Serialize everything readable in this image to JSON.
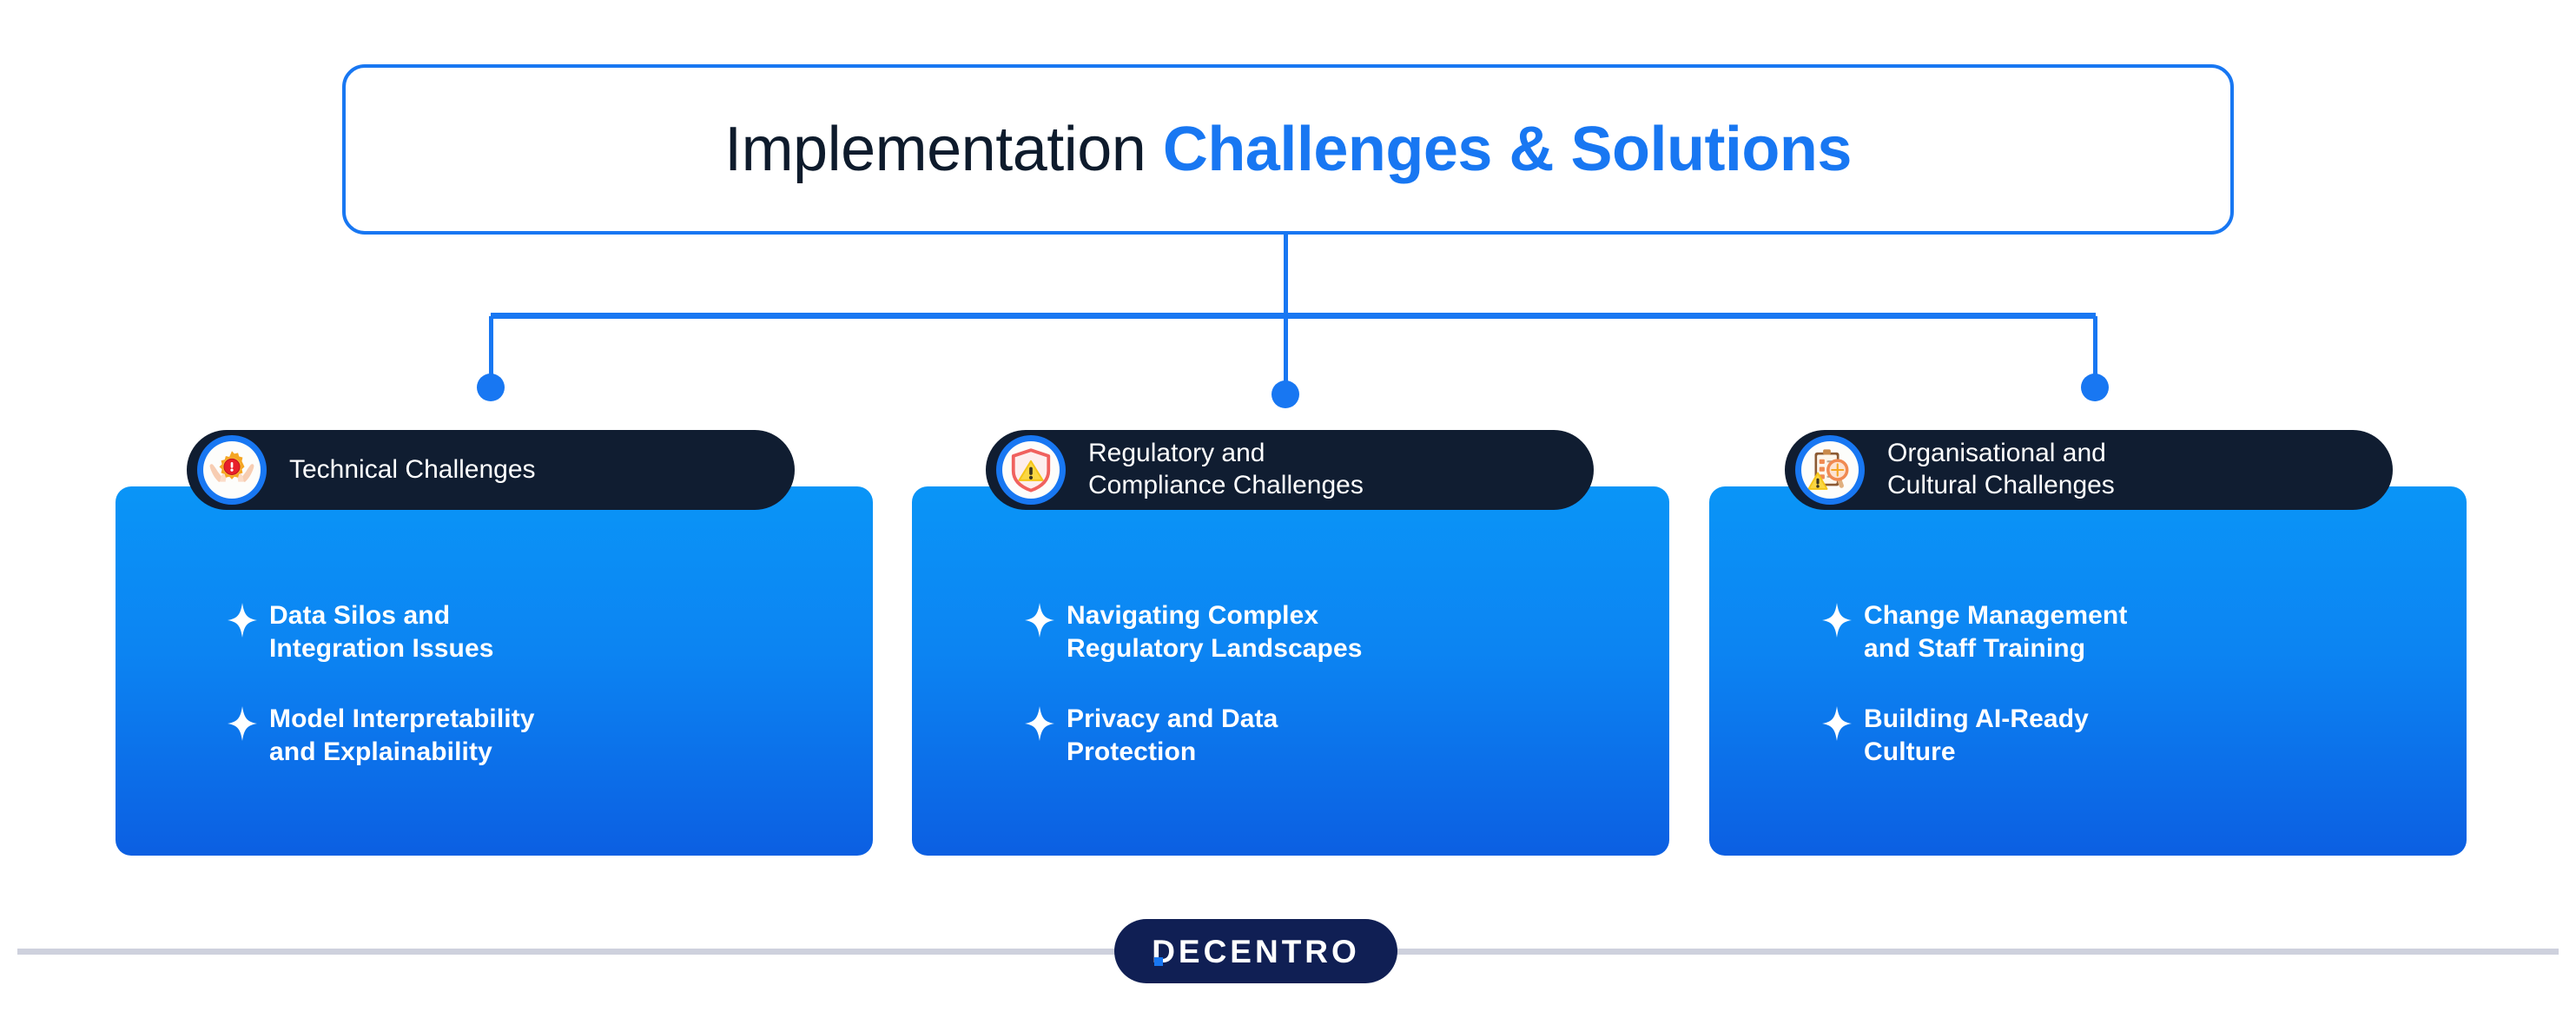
{
  "header": {
    "title_plain": "Implementation ",
    "title_accent": "Challenges & Solutions"
  },
  "colors": {
    "accent_blue": "#1877F2",
    "card_gradient_top": "#0A95F7",
    "card_gradient_bottom": "#0C5FE2",
    "pill_dark": "#101d31",
    "title_dark": "#0e1b2c",
    "divider_gray": "#ced1dd",
    "logo_navy": "#101f54"
  },
  "columns": [
    {
      "icon": "hands-holding-gear-alert-icon",
      "title": "Technical Challenges",
      "bullets": [
        "Data Silos and\nIntegration Issues",
        "Model Interpretability\nand Explainability"
      ]
    },
    {
      "icon": "shield-warning-icon",
      "title": "Regulatory and\nCompliance Challenges",
      "bullets": [
        "Navigating Complex\nRegulatory Landscapes",
        "Privacy and Data\nProtection"
      ]
    },
    {
      "icon": "clipboard-magnifier-warning-icon",
      "title": "Organisational and\nCultural Challenges",
      "bullets": [
        "Change Management\nand Staff Training",
        "Building AI-Ready\nCulture"
      ]
    }
  ],
  "footer": {
    "logo_text": "DECENTRO"
  }
}
